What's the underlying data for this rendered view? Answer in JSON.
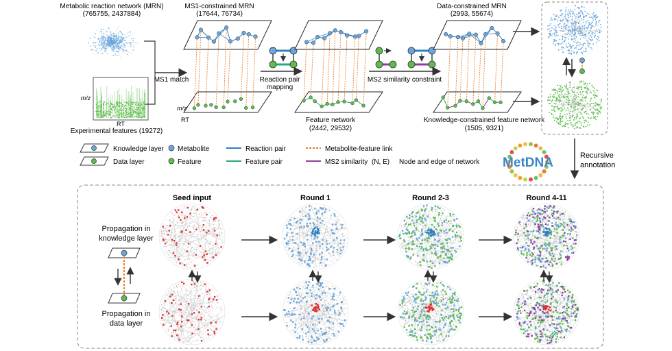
{
  "colors": {
    "metabolite": "#6aa6dc",
    "feature": "#5cbc4c",
    "reaction_pair": "#2f7fc1",
    "feature_pair": "#2aa67a",
    "link": "#f07a22",
    "ms2": "#8e3ca0",
    "seed": "#e03030",
    "gray_edge": "#c8c8c8",
    "metdna_blue": "#3a86c8"
  },
  "top": {
    "mrn_title": "Metabolic reaction network (MRN)",
    "mrn_count": "(765755, 2437884)",
    "ms1_title": "MS1-constrained MRN",
    "ms1_count": "(17644, 76734)",
    "data_title": "Data-constrained MRN",
    "data_count": "(2993, 55674)",
    "mz": "m/z",
    "rt": "RT",
    "exp_features": "Experimental features (19272)",
    "ms1_match": "MS1 match",
    "reaction_mapping_1": "Reaction pair",
    "reaction_mapping_2": "mapping",
    "ms2_constraint": "MS2 similarity constraint",
    "feature_network": "Feature network",
    "feature_count": "(2442, 29532)",
    "kc_network": "Knowledge-constrained feature network",
    "kc_count": "(1505, 9321)"
  },
  "legend": {
    "knowledge_layer": "Knowledge layer",
    "data_layer": "Data layer",
    "metabolite": "Metabolite",
    "feature": "Feature",
    "reaction_pair": "Reaction pair",
    "feature_pair": "Feature pair",
    "link": "Metabolite-feature link",
    "ms2": "MS2 similarity",
    "ne": "(N, E)",
    "ne_desc": "Node and edge of network"
  },
  "logo": {
    "text": "MetDNA"
  },
  "recursive": {
    "line1": "Recursive",
    "line2": "annotation"
  },
  "bottom": {
    "seed": "Seed input",
    "round1": "Round 1",
    "round23": "Round 2-3",
    "round411": "Round 4-11",
    "prop_k1": "Propagation in",
    "prop_k2": "knowledge layer",
    "prop_d1": "Propagation in",
    "prop_d2": "data layer"
  }
}
